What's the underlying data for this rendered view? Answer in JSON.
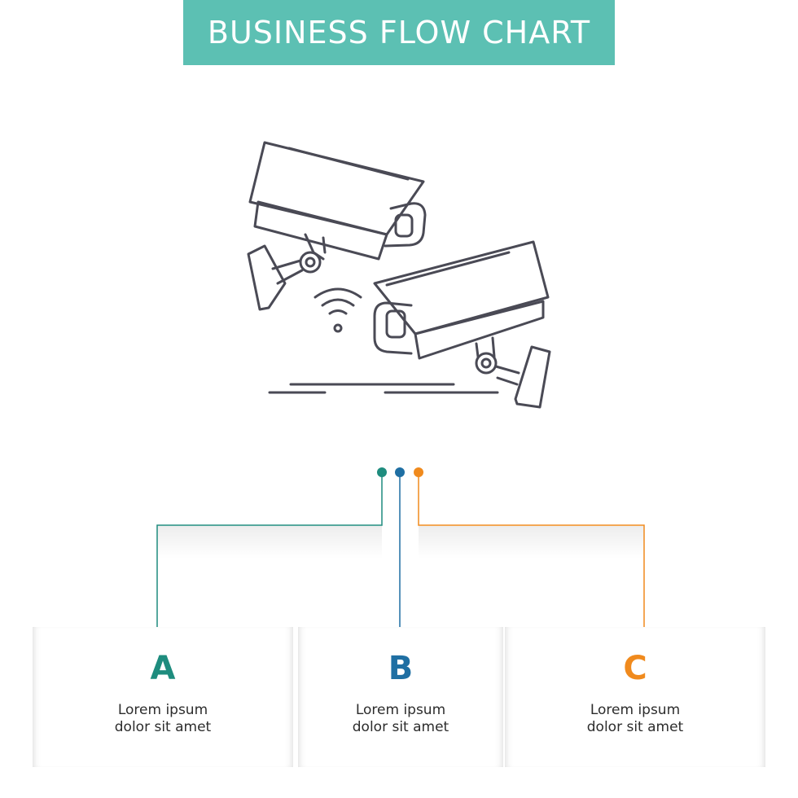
{
  "header": {
    "title": "BUSINESS FLOW CHART"
  },
  "colors": {
    "banner": "#5cc0b3",
    "a": "#1e8c7e",
    "b": "#1f6fa3",
    "c": "#f08a1d",
    "icon_stroke": "#4a4a55"
  },
  "icon": {
    "name": "cctv-cameras-wifi-icon"
  },
  "steps": [
    {
      "letter": "A",
      "line1": "Lorem ipsum",
      "line2": "dolor sit amet"
    },
    {
      "letter": "B",
      "line1": "Lorem ipsum",
      "line2": "dolor sit amet"
    },
    {
      "letter": "C",
      "line1": "Lorem ipsum",
      "line2": "dolor sit amet"
    }
  ]
}
